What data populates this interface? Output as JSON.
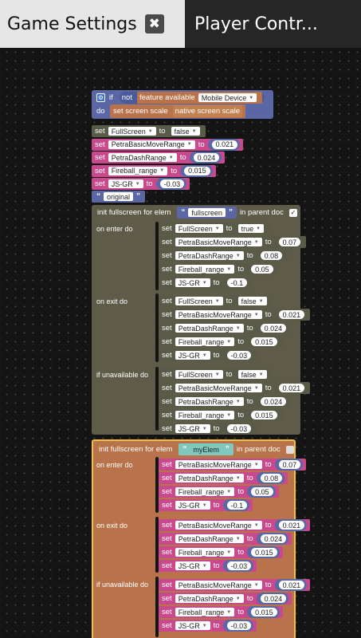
{
  "tabs": [
    {
      "label": "Game Settings",
      "close": "✖"
    },
    {
      "label": "Player Contr..."
    }
  ],
  "colors": {
    "set_pink": "#c94a8c",
    "set_gray": "#5a5a48",
    "fullscreen_container": "#5e5c49",
    "fullscreen_container2": "#b8734a",
    "text_blue": "#5b67a5"
  },
  "if_block": {
    "if": "if",
    "not": "not",
    "feature_available": "feature available",
    "feature": "Mobile Device",
    "do": "do",
    "set_screen_scale": "set screen scale",
    "native_screen_scale": "native screen scale"
  },
  "top_sets": [
    {
      "set": "set",
      "var": "FullScreen",
      "to": "to",
      "value": "false",
      "kind": "bool"
    },
    {
      "set": "set",
      "var": "PetraBasicMoveRange",
      "to": "to",
      "value": "0.021",
      "kind": "num"
    },
    {
      "set": "set",
      "var": "PetraDashRange",
      "to": "to",
      "value": "0.024",
      "kind": "num"
    },
    {
      "set": "set",
      "var": "Fireball_range",
      "to": "to",
      "value": "0.015",
      "kind": "num"
    },
    {
      "set": "set",
      "var": "JS-GR",
      "to": "to",
      "value": "-0.03",
      "kind": "num"
    }
  ],
  "original_string": "original",
  "fs1": {
    "header": "init fullscreen for elem",
    "elem": "fullscreen",
    "parent_doc": "in parent doc",
    "checked": "✓",
    "on_enter": "on enter do",
    "on_exit": "on exit do",
    "if_unavailable": "if unavailable do",
    "enter": [
      {
        "var": "FullScreen",
        "value": "true"
      },
      {
        "var": "PetraBasicMoveRange",
        "value": "0.07"
      },
      {
        "var": "PetraDashRange",
        "value": "0.08"
      },
      {
        "var": "Fireball_range",
        "value": "0.05"
      },
      {
        "var": "JS-GR",
        "value": "-0.1"
      }
    ],
    "exit": [
      {
        "var": "FullScreen",
        "value": "false"
      },
      {
        "var": "PetraBasicMoveRange",
        "value": "0.021"
      },
      {
        "var": "PetraDashRange",
        "value": "0.024"
      },
      {
        "var": "Fireball_range",
        "value": "0.015"
      },
      {
        "var": "JS-GR",
        "value": "-0.03"
      }
    ],
    "unavailable": [
      {
        "var": "FullScreen",
        "value": "false"
      },
      {
        "var": "PetraBasicMoveRange",
        "value": "0.021"
      },
      {
        "var": "PetraDashRange",
        "value": "0.024"
      },
      {
        "var": "Fireball_range",
        "value": "0.015"
      },
      {
        "var": "JS-GR",
        "value": "-0.03"
      }
    ]
  },
  "fs2": {
    "header": "init fullscreen for elem",
    "elem": "myElem",
    "parent_doc": "in parent doc",
    "on_enter": "on enter do",
    "on_exit": "on exit do",
    "if_unavailable": "if unavailable do",
    "enter": [
      {
        "var": "PetraBasicMoveRange",
        "value": "0.07"
      },
      {
        "var": "PetraDashRange",
        "value": "0.08"
      },
      {
        "var": "Fireball_range",
        "value": "0.05"
      },
      {
        "var": "JS-GR",
        "value": "-0.1"
      }
    ],
    "exit": [
      {
        "var": "PetraBasicMoveRange",
        "value": "0.021"
      },
      {
        "var": "PetraDashRange",
        "value": "0.024"
      },
      {
        "var": "Fireball_range",
        "value": "0.015"
      },
      {
        "var": "JS-GR",
        "value": "-0.03"
      }
    ],
    "unavailable": [
      {
        "var": "PetraBasicMoveRange",
        "value": "0.021"
      },
      {
        "var": "PetraDashRange",
        "value": "0.024"
      },
      {
        "var": "Fireball_range",
        "value": "0.015"
      },
      {
        "var": "JS-GR",
        "value": "-0.03"
      }
    ]
  },
  "labels": {
    "set": "set",
    "to": "to"
  }
}
